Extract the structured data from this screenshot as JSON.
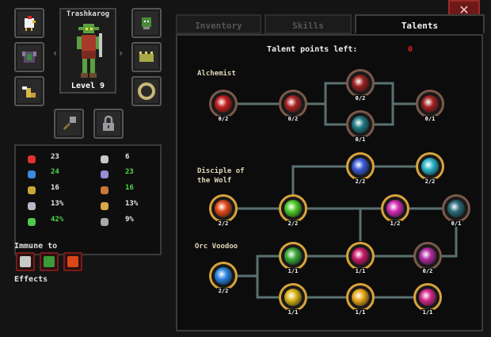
{
  "character": {
    "name": "Trashkarog",
    "level_text": "Level 9"
  },
  "equipment": {
    "left": [
      {
        "name": "chicken-pet-icon"
      },
      {
        "name": "armor-chest-icon"
      },
      {
        "name": "winged-boots-icon"
      }
    ],
    "right": [
      {
        "name": "green-goblin-helmet-icon"
      },
      {
        "name": "spiked-shield-icon"
      },
      {
        "name": "bone-ring-icon"
      }
    ],
    "bottom": [
      {
        "name": "mace-weapon-icon"
      },
      {
        "name": "padlock-icon"
      }
    ]
  },
  "stats": {
    "left": [
      {
        "icon": "heart-icon",
        "value": "23",
        "color": "#e8e8e8"
      },
      {
        "icon": "mana-orb-icon",
        "value": "24",
        "color": "#4cd94c"
      },
      {
        "icon": "lightning-icon",
        "value": "16",
        "color": "#e8e8e8"
      },
      {
        "icon": "chest-armor-icon",
        "value": "13%",
        "color": "#e8e8e8"
      },
      {
        "icon": "green-shield-icon",
        "value": "42%",
        "color": "#4cd94c"
      }
    ],
    "right": [
      {
        "icon": "sword-icon",
        "value": "6",
        "color": "#e8e8e8"
      },
      {
        "icon": "spiral-icon",
        "value": "23",
        "color": "#4cd94c"
      },
      {
        "icon": "boot-icon",
        "value": "16",
        "color": "#4cd94c"
      },
      {
        "icon": "crossed-swords-icon",
        "value": "13%",
        "color": "#e8e8e8"
      },
      {
        "icon": "round-shield-icon",
        "value": "9%",
        "color": "#e8e8e8"
      }
    ]
  },
  "immune": {
    "label": "Immune to",
    "effects_label": "Effects",
    "items": [
      {
        "name": "crossed-swords-immune-icon"
      },
      {
        "name": "poison-immune-icon"
      },
      {
        "name": "fire-immune-icon"
      }
    ]
  },
  "tabs": [
    {
      "label": "Inventory",
      "active": false
    },
    {
      "label": "Skills",
      "active": false
    },
    {
      "label": "Talents",
      "active": true
    }
  ],
  "talent_points": {
    "label": "Talent points left:",
    "value": "0"
  },
  "branches": [
    {
      "name": "Alchemist"
    },
    {
      "name": "Disciple of\nthe Wolf"
    },
    {
      "name": "Orc Voodoo"
    }
  ],
  "talents": [
    {
      "id": "alc1",
      "name": "red-burst-talent-icon",
      "count": "0/2",
      "color": "#c41e1e",
      "ring": "#7a5a4a"
    },
    {
      "id": "alc2",
      "name": "red-potion-talent-icon",
      "count": "0/2",
      "color": "#a82222",
      "ring": "#7a5a4a"
    },
    {
      "id": "alc3",
      "name": "red-sigil-talent-icon",
      "count": "0/2",
      "color": "#9a2020",
      "ring": "#7a5a4a"
    },
    {
      "id": "alc4",
      "name": "teal-flask-talent-icon",
      "count": "0/1",
      "color": "#1e7a86",
      "ring": "#7a5a4a"
    },
    {
      "id": "alc5",
      "name": "red-rune-talent-icon",
      "count": "0/1",
      "color": "#a22020",
      "ring": "#7a5a4a"
    },
    {
      "id": "wolf1",
      "name": "blue-spiral-talent-icon",
      "count": "2/2",
      "color": "#3a5ad8",
      "ring": "#d8a43a"
    },
    {
      "id": "wolf2",
      "name": "ice-wolf-talent-icon",
      "count": "2/2",
      "color": "#28b4c8",
      "ring": "#d8a43a"
    },
    {
      "id": "wolf3",
      "name": "fire-wolf-talent-icon",
      "count": "2/2",
      "color": "#e04818",
      "ring": "#d8a43a"
    },
    {
      "id": "wolf4",
      "name": "green-wolf-talent-icon",
      "count": "2/2",
      "color": "#4cc828",
      "ring": "#d8a43a"
    },
    {
      "id": "wolf5",
      "name": "pink-wolf-talent-icon",
      "count": "1/2",
      "color": "#d22ab4",
      "ring": "#d8a43a"
    },
    {
      "id": "wolf6",
      "name": "shadow-wolf-talent-icon",
      "count": "0/1",
      "color": "#2a6a78",
      "ring": "#7a5a4a"
    },
    {
      "id": "orc1",
      "name": "blue-orb-talent-icon",
      "count": "2/2",
      "color": "#2a86e0",
      "ring": "#d8a43a"
    },
    {
      "id": "orc2",
      "name": "green-totem-talent-icon",
      "count": "1/1",
      "color": "#38a838",
      "ring": "#d8a43a"
    },
    {
      "id": "orc3",
      "name": "red-mask-talent-icon",
      "count": "1/1",
      "color": "#c8186a",
      "ring": "#d8a43a"
    },
    {
      "id": "orc4",
      "name": "pink-skull-talent-icon",
      "count": "0/2",
      "color": "#b02aa0",
      "ring": "#7a5a4a"
    },
    {
      "id": "orc5",
      "name": "yellow-strike-talent-icon",
      "count": "1/1",
      "color": "#d8b418",
      "ring": "#d8a43a"
    },
    {
      "id": "orc6",
      "name": "golden-eye-talent-icon",
      "count": "1/1",
      "color": "#e8a818",
      "ring": "#d8a43a"
    },
    {
      "id": "orc7",
      "name": "pink-claw-talent-icon",
      "count": "1/1",
      "color": "#d2288a",
      "ring": "#d8a43a"
    }
  ],
  "colors": {
    "connector": "#5a7070",
    "accent_red": "#e02020",
    "panel_bg": "#0c0c0c",
    "gold": "#d8a43a"
  }
}
